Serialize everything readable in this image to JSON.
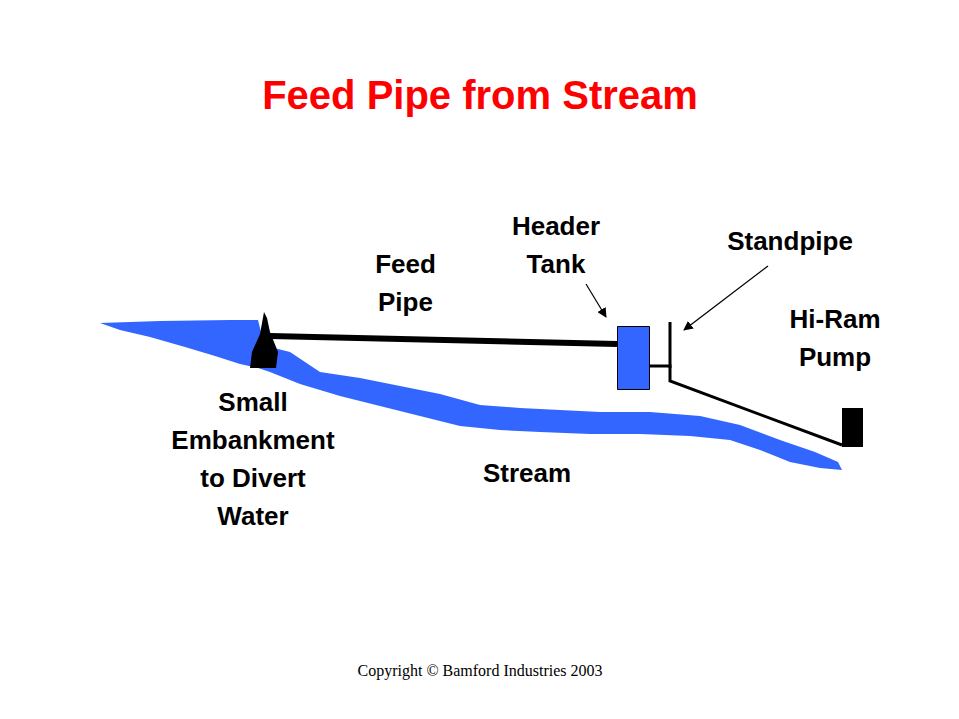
{
  "diagram": {
    "title": "Feed Pipe from Stream",
    "nodes": [
      {
        "text": [
          "Small Embankment to Divert Water"
        ]
      },
      {
        "text": [
          "Header Tank"
        ]
      },
      {
        "text": [
          "Hi-Ram Pump"
        ]
      }
    ],
    "edges": [
      {
        "from": 0,
        "to": 1,
        "label": "Feed Pipe",
        "arrow": "none"
      },
      {
        "from": 1,
        "to": 2,
        "arrow": "none"
      }
    ],
    "labels": [
      "Standpipe",
      "Stream",
      "Copyright © Bamford Industries 2003"
    ]
  }
}
